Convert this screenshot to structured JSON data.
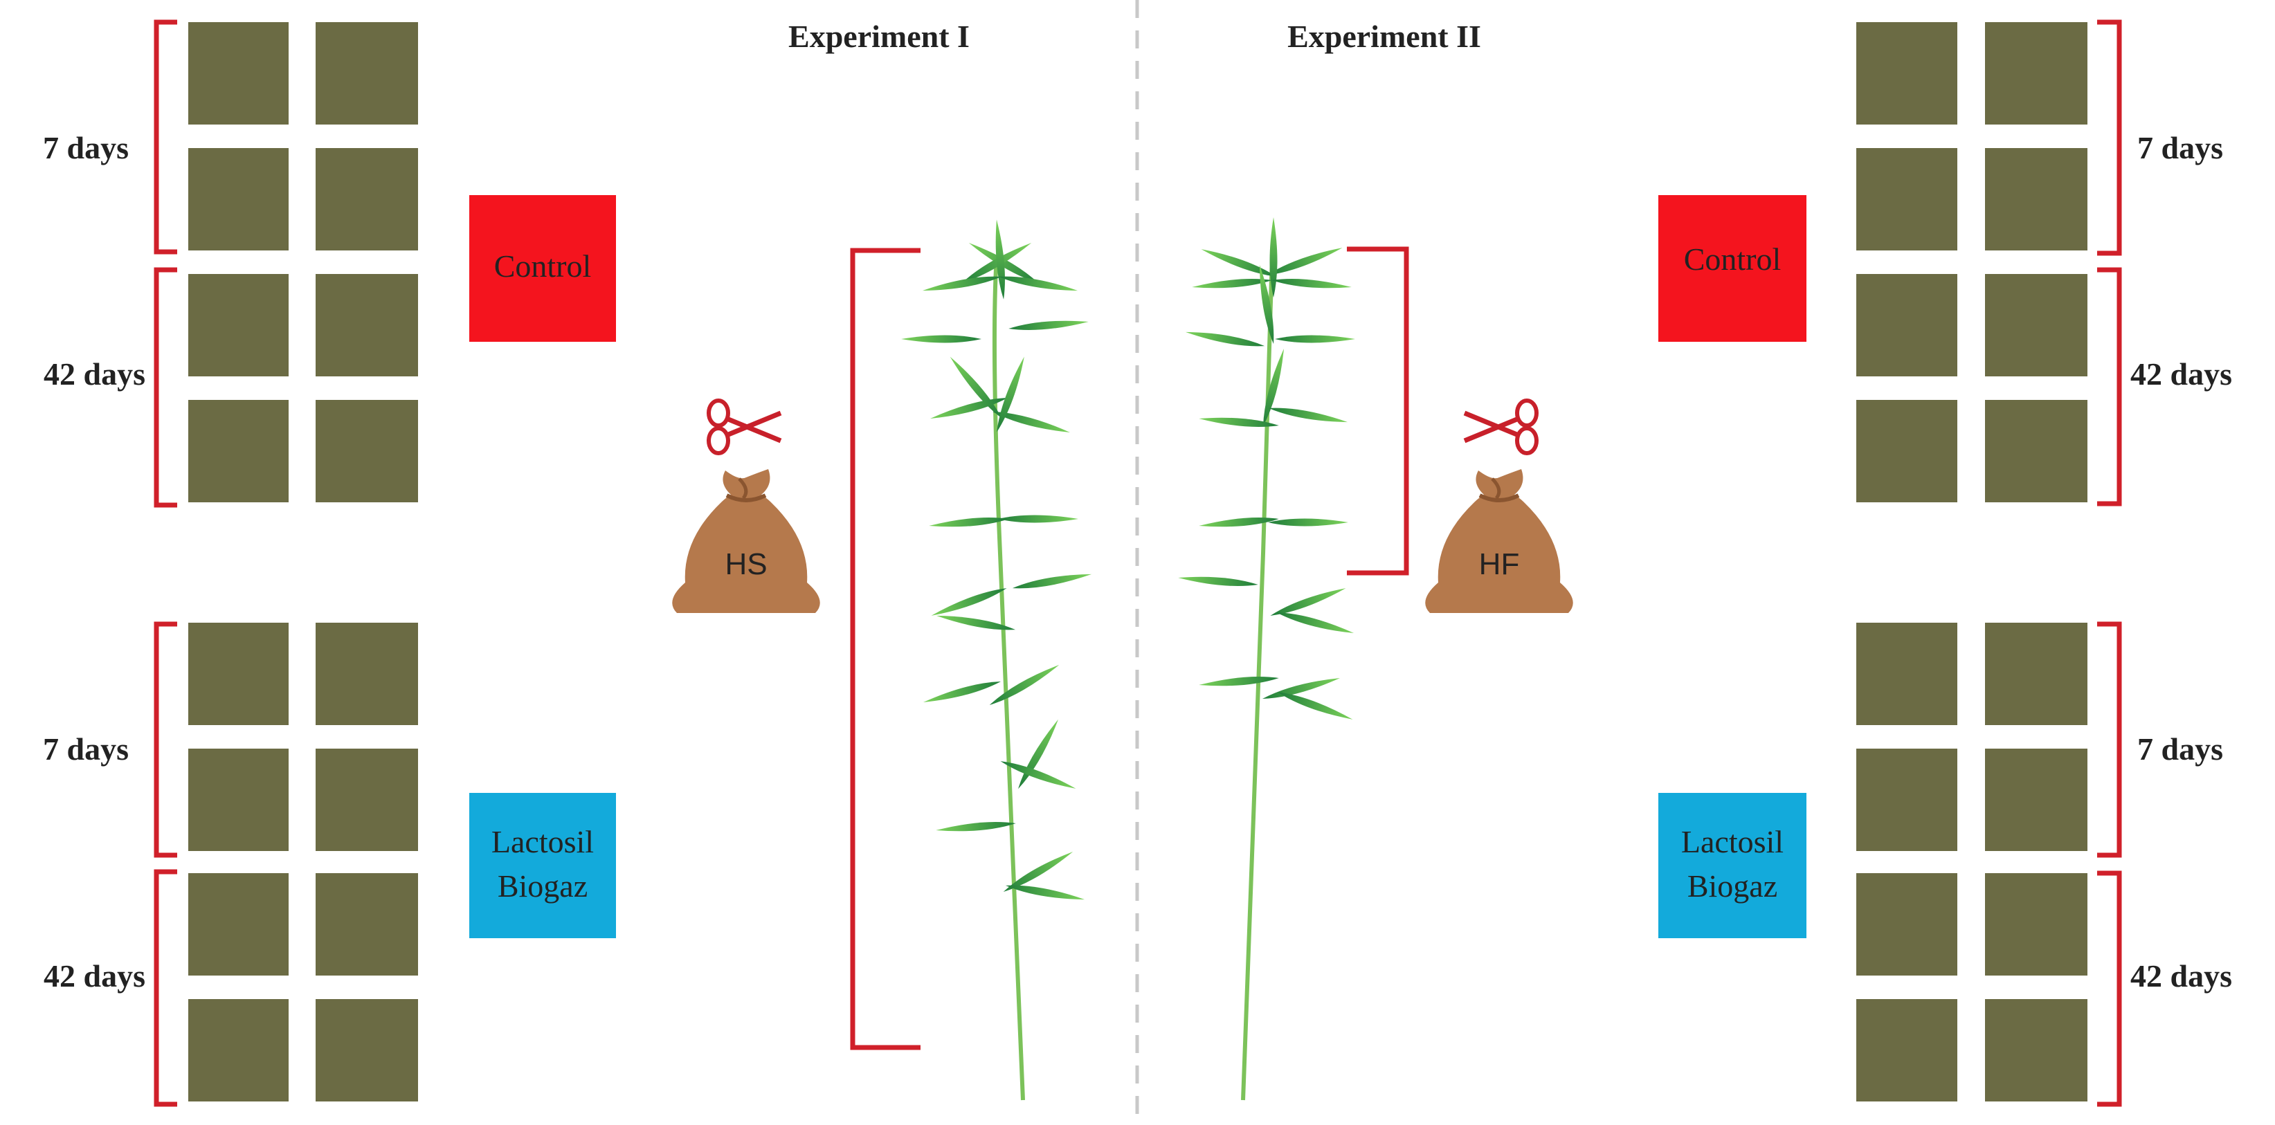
{
  "experiments": {
    "left_title": "Experiment I",
    "right_title": "Experiment II"
  },
  "left": {
    "control_label": "Control",
    "treatment_label_line1": "Lactosil",
    "treatment_label_line2": "Biogaz",
    "period_short": "7 days",
    "period_long": "42 days",
    "bag_label": "HS"
  },
  "right": {
    "control_label": "Control",
    "treatment_label_line1": "Lactosil",
    "treatment_label_line2": "Biogaz",
    "period_short": "7 days",
    "period_long": "42 days",
    "bag_label": "HF"
  },
  "colors": {
    "sample_square": "#6b6b44",
    "control_box": "#f4141e",
    "treatment_box": "#13aadb",
    "bracket": "#d0202a",
    "divider": "#c8c8c8",
    "bag": "#b5794c",
    "bag_dark": "#8a5530",
    "scissors": "#c8202a",
    "leaf_dark": "#1f7d3a",
    "leaf_light": "#6cc04a",
    "stem": "#7cc25a"
  }
}
